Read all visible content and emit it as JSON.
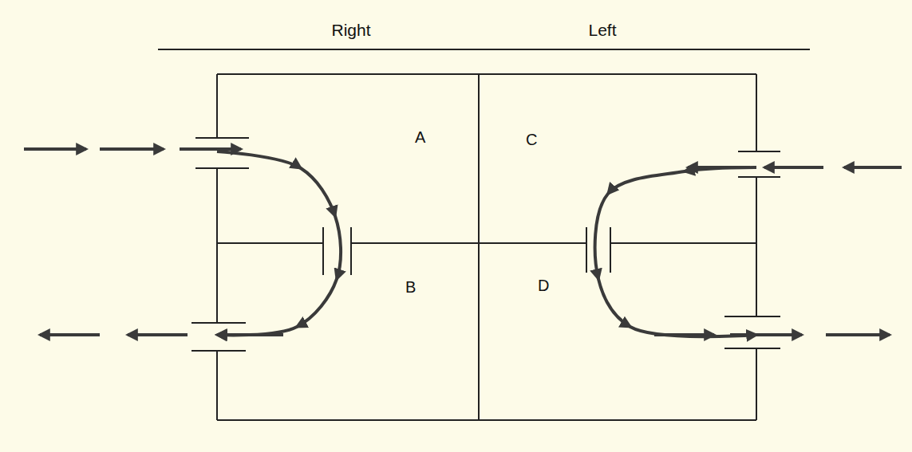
{
  "diagram": {
    "nodes": [
      {
        "text": [
          "A"
        ]
      },
      {
        "text": [
          "B"
        ]
      },
      {
        "text": [
          "C"
        ]
      },
      {
        "text": [
          "D"
        ]
      }
    ],
    "edges": [
      {
        "from": 0,
        "to": 1,
        "arrow": "to"
      },
      {
        "from": 2,
        "to": 3,
        "arrow": "to"
      }
    ],
    "labels": [
      "Right",
      "Left"
    ]
  }
}
